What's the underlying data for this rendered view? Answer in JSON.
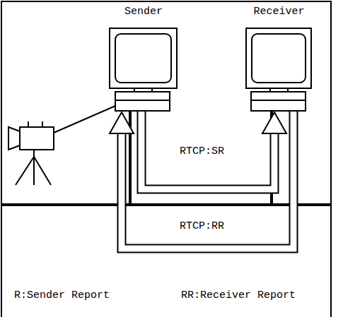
{
  "diagram": {
    "nodes": [
      {
        "text": [
          "Sender"
        ]
      },
      {
        "text": [
          "Receiver"
        ]
      }
    ],
    "edges": [
      {
        "from": 0,
        "to": 1,
        "label": "RTCP:SR",
        "arrow": "to"
      },
      {
        "from": 1,
        "to": 0,
        "label": "RTCP:RR",
        "arrow": "to"
      }
    ],
    "labels": [
      "R:Sender Report",
      "RR:Receiver Report"
    ]
  }
}
